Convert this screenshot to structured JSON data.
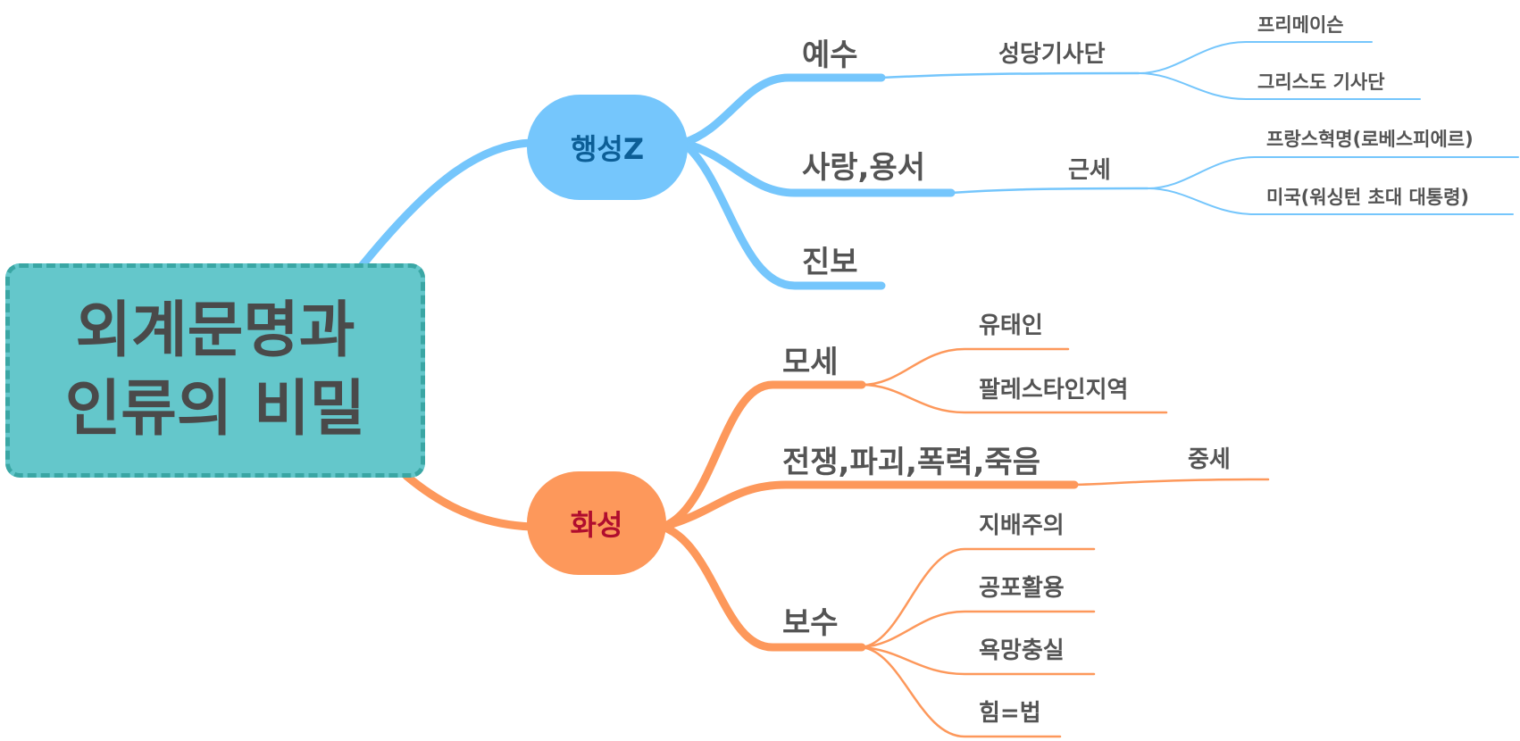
{
  "root": {
    "lines": [
      "외계문명과",
      "인류의 비밀"
    ]
  },
  "branches": [
    {
      "label": "행성Z",
      "color": "#75c6fc",
      "children": [
        {
          "label": "예수",
          "children": [
            {
              "label": "성당기사단",
              "children": [
                "프리메이슨",
                "그리스도 기사단"
              ]
            }
          ]
        },
        {
          "label": "사랑,용서",
          "children": [
            {
              "label": "근세",
              "children": [
                "프랑스혁명(로베스피에르)",
                "미국(워싱턴 초대 대통령)"
              ]
            }
          ]
        },
        {
          "label": "진보",
          "children": []
        }
      ]
    },
    {
      "label": "화성",
      "color": "#fd985b",
      "children": [
        {
          "label": "모세",
          "children": [
            "유태인",
            "팔레스타인지역"
          ]
        },
        {
          "label": "전쟁,파괴,폭력,죽음",
          "children": [
            "중세"
          ]
        },
        {
          "label": "보수",
          "children": [
            "지배주의",
            "공포활용",
            "욕망충실",
            "힘=법"
          ]
        }
      ]
    }
  ]
}
